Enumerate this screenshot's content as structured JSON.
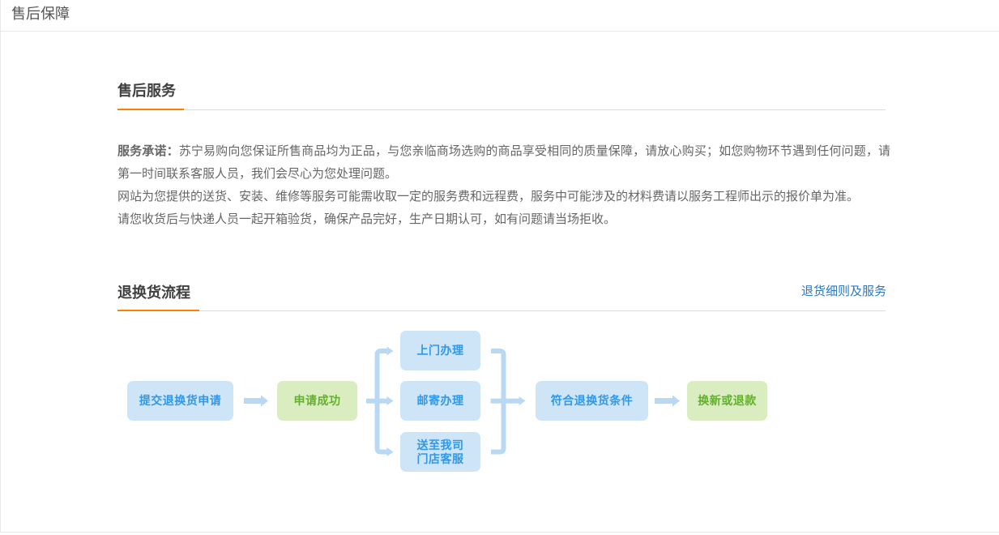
{
  "tab_bar": {
    "active_tab": "售后保障"
  },
  "after_sales_section": {
    "heading": "售后服务",
    "promise_lines": [
      {
        "lead": "服务承诺：",
        "text": "苏宁易购向您保证所售商品均为正品，与您亲临商场选购的商品享受相同的质量保障，请放心购买；如您购物环节遇到任何问题，请"
      },
      {
        "lead": "",
        "text": "第一时间联系客服人员，我们会尽心为您处理问题。"
      },
      {
        "lead": "",
        "text": "网站为您提供的送货、安装、维修等服务可能需收取一定的服务费和远程费，服务中可能涉及的材料费请以服务工程师出示的报价单为准。"
      },
      {
        "lead": "",
        "text": "请您收货后与快递人员一起开箱验货，确保产品完好，生产日期认可，如有问题请当场拒收。"
      }
    ]
  },
  "return_section": {
    "heading": "退换货流程",
    "detail_link": "退货细则及服务",
    "flow": {
      "submit": "提交退换货申请",
      "success": "申请成功",
      "methods": [
        {
          "lines": [
            "上门办理",
            ""
          ]
        },
        {
          "lines": [
            "邮寄办理",
            ""
          ]
        },
        {
          "lines": [
            "送至我司",
            "门店客服"
          ]
        }
      ],
      "condition": "符合退换货条件",
      "result": "换新或退款"
    }
  },
  "colors": {
    "accent_orange": "#ff8000",
    "heading_text": "#404040",
    "body_text": "#666666",
    "tab_text": "#555555",
    "link_blue": "#2b78c8",
    "flow_blue_bg": "#cee4f7",
    "flow_blue_text": "#2e94e4",
    "flow_green_bg": "#daedc0",
    "flow_green_text": "#63b02c",
    "connector_blue": "#b9d8f3",
    "divider_gray": "#dcdcdc"
  }
}
